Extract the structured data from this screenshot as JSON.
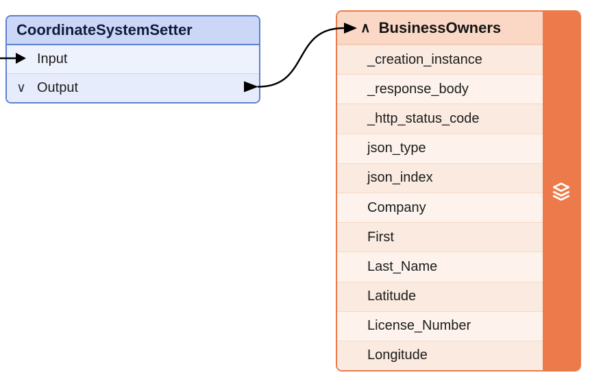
{
  "colors": {
    "left-border": "#5b7fd0",
    "left-header-bg": "#ccd7f8",
    "left-row1-bg": "#eef2fd",
    "left-row2-bg": "#e6ecfb",
    "left-title-color": "#0d1b3e",
    "right-border": "#e97a4b",
    "right-header-bg": "#fbd8c5",
    "right-row-odd": "#fdf3ec",
    "right-row-even": "#faeadf",
    "right-sidebar-bg": "#ec7a4a",
    "connector-color": "#000000",
    "text-color": "#1c1c1c"
  },
  "left_node": {
    "title": "CoordinateSystemSetter",
    "input_port": {
      "label": "Input"
    },
    "output_port": {
      "label": "Output",
      "chevron": "∨"
    }
  },
  "right_node": {
    "title": "BusinessOwners",
    "chevron": "∧",
    "attributes": [
      "_creation_instance",
      "_response_body",
      "_http_status_code",
      "json_type",
      "json_index",
      "Company",
      "First",
      "Last_Name",
      "Latitude",
      "License_Number",
      "Longitude"
    ]
  }
}
